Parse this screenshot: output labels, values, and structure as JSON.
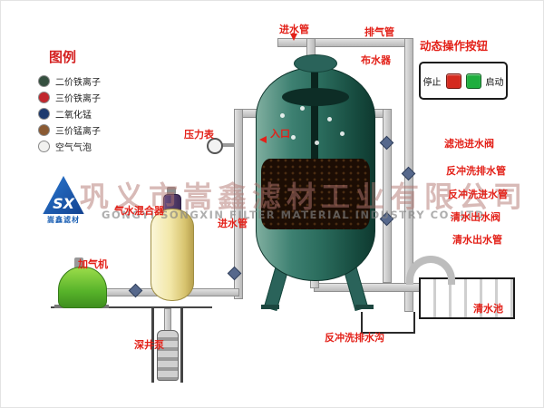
{
  "legend": {
    "title": "图例",
    "items": [
      {
        "name": "ferrous-ion",
        "label": "二价铁离子",
        "color": "#35503f"
      },
      {
        "name": "ferric-ion",
        "label": "三价铁离子",
        "color": "#c1272d"
      },
      {
        "name": "manganese-dioxide",
        "label": "二氧化锰",
        "color": "#1d3a6e"
      },
      {
        "name": "manganic-ion",
        "label": "三价锰离子",
        "color": "#8a5a33"
      },
      {
        "name": "air-bubble",
        "label": "空气气泡",
        "color": "#f2f2f0"
      }
    ]
  },
  "labels": {
    "inlet_pipe_top": "进水管",
    "exhaust_pipe": "排气管",
    "water_distributor": "布水器",
    "pressure_gauge": "压力表",
    "inlet": "入口",
    "inlet_pipe_side": "进水管",
    "filter_inlet_valve": "滤池进水阀",
    "backwash_drain_pipe": "反冲洗排水管",
    "backwash_inlet_pipe": "反冲洗进水管",
    "clean_water_outlet_valve": "清水出水阀",
    "clean_water_outlet_pipe": "清水出水管",
    "clean_water_tank": "清水池",
    "backwash_drain_ditch": "反冲洗排水沟",
    "gas_water_mixer": "气水混合器",
    "aerator": "加气机",
    "deep_well_pump": "深井泵"
  },
  "control_panel": {
    "title": "动态操作按钮",
    "stop_label": "停止",
    "start_label": "启动",
    "stop_color": "#d42a1e",
    "start_color": "#1fae3e"
  },
  "watermark": {
    "cn": "巩义市嵩鑫滤材工业有限公司",
    "en": "GONGYI SONGXIN FILTER MATERIAL INDUSTRY CO.,LTD"
  },
  "logo": {
    "text": "SX",
    "caption": "嵩鑫滤材"
  }
}
